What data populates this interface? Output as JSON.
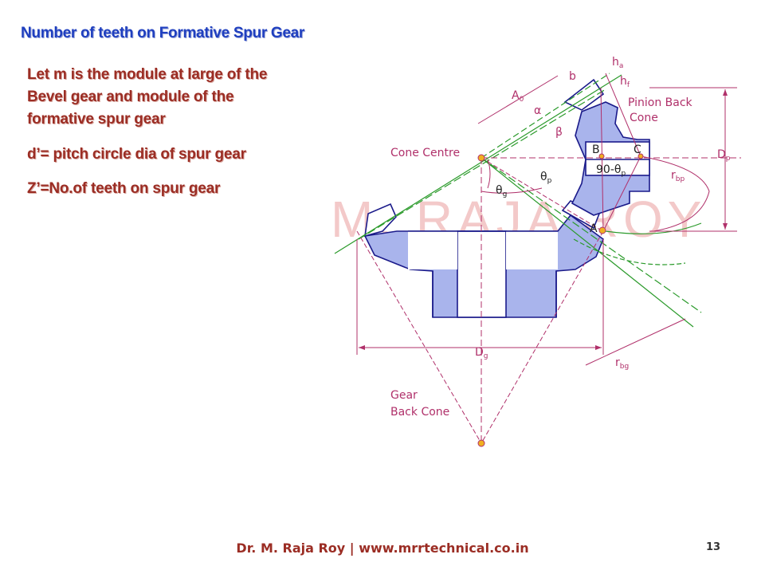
{
  "slide": {
    "title": "Number of teeth on Formative Spur Gear",
    "paragraph": "Let m is the module at large of the Bevel gear and module of the formative spur gear",
    "line_d": "d’= pitch circle dia of spur gear",
    "line_z": "Z’=No.of teeth on spur gear",
    "footer": "Dr. M. Raja Roy  | www.mrrtechnical.co.in",
    "page_number": "13"
  },
  "diagram": {
    "watermark": "M. RAJA ROY",
    "labels": {
      "cone_centre": "Cone Centre",
      "pinion_back_cone_1": "Pinion Back",
      "pinion_back_cone_2": "Cone",
      "gear_back_cone_1": "Gear",
      "gear_back_cone_2": "Back Cone",
      "point_a": "A",
      "point_b": "B",
      "point_c": "C",
      "a0": "A",
      "a0_sub": "0",
      "b": "b",
      "ha": "h",
      "ha_sub": "a",
      "hf": "h",
      "hf_sub": "f",
      "alpha": "α",
      "beta": "β",
      "theta_p": "θ",
      "theta_p_sub": "p",
      "theta_g": "θ",
      "theta_g_sub": "g",
      "ninety_theta": "90-θ",
      "ninety_theta_sub": "p",
      "dp": "D",
      "dp_sub": "p",
      "dg": "D",
      "dg_sub": "g",
      "rbp": "r",
      "rbp_sub": "bp",
      "rbg": "r",
      "rbg_sub": "bg"
    },
    "colors": {
      "gear_fill": "#a9b4ec",
      "outline": "#1a1a8a",
      "dimension": "#b0306a",
      "pitch_line": "#2a9a2a",
      "point": "#f0b020",
      "watermark": "#f3c9c9"
    }
  }
}
